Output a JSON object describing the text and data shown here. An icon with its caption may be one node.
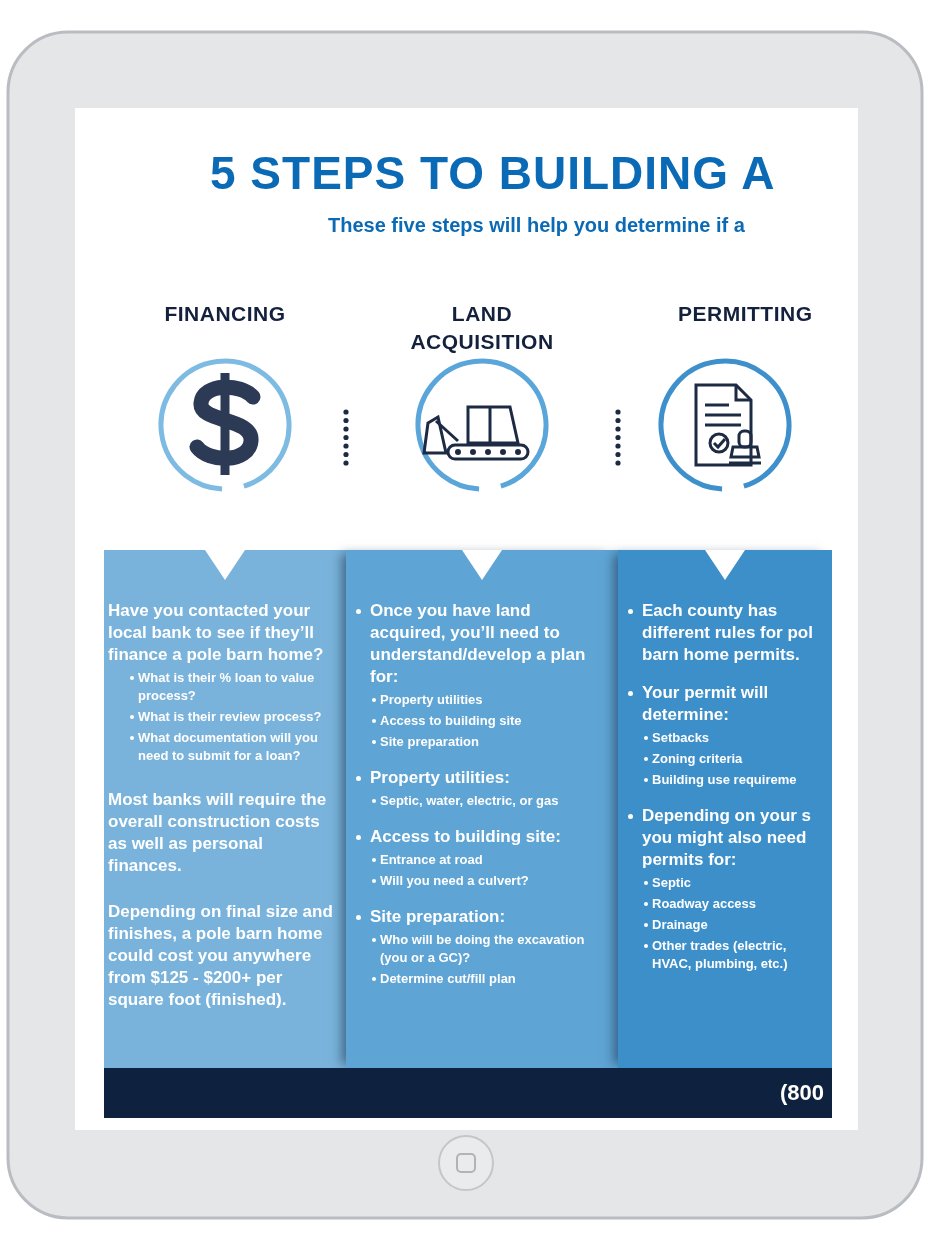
{
  "diagram": {
    "title": "5 STEPS TO BUILDING A",
    "nodes": [
      {
        "text": [
          "FINANCING",
          "Have you contacted your local bank to see if they’ll finance a pole barn home?",
          "What is their % loan to value process?",
          "What is their review process?",
          "What documentation will you need to submit for a loan?",
          "Most banks will require the overall construction costs as well as personal finances.",
          "Depending on final size and finishes, a pole barn home could cost you anywhere from $125 - $200+ per square foot (finished)."
        ]
      },
      {
        "text": [
          "LAND ACQUISITION",
          "Once you have land acquired, you’ll need to understand/develop a plan for:",
          "Property utilities",
          "Access to building site",
          "Site preparation",
          "Property utilities:",
          "Septic, water, electric, or gas",
          "Access to building site:",
          "Entrance at road",
          "Will you need a culvert?",
          "Site preparation:",
          "Who will be doing the excavation (you or a GC)?",
          "Determine cut/fill plan"
        ]
      },
      {
        "text": [
          "PERMITTING",
          "Each county has different rules for pol barn home permits.",
          "Your permit will determine:",
          "Setbacks",
          "Zoning criteria",
          "Building use requireme",
          "Depending on your s you might also need permits for:",
          "Septic",
          "Roadway access",
          "Drainage",
          "Other trades (electric, HVAC, plumbing, etc.)"
        ]
      }
    ],
    "labels": [
      "These five steps will help you determine if a",
      "(800"
    ]
  }
}
